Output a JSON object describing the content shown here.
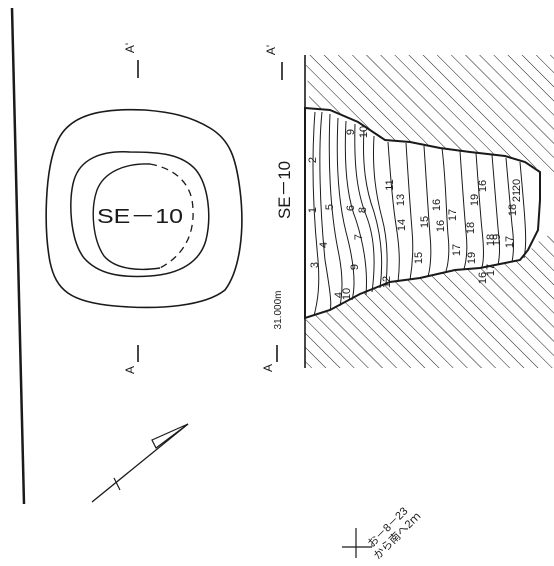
{
  "plan": {
    "feature_label": "SE－10",
    "point_a_top": "A'",
    "point_a_bottom": "A"
  },
  "section": {
    "feature_label": "SE－10",
    "point_a_top": "A'",
    "point_a_bottom": "A",
    "elevation": "31.000m",
    "layers": [
      "1",
      "2",
      "3",
      "4",
      "4",
      "5",
      "6",
      "7",
      "8",
      "9",
      "9",
      "10",
      "10",
      "11",
      "12",
      "13",
      "14",
      "15",
      "15",
      "16",
      "16",
      "16",
      "16",
      "17",
      "17",
      "17",
      "17",
      "18",
      "18",
      "18",
      "19",
      "19",
      "19",
      "20",
      "21"
    ]
  },
  "grid_reference": {
    "line1": "お－8－23",
    "line2": "から南へ2ｍ"
  },
  "colors": {
    "ink": "#1a1a1a",
    "paper": "#ffffff"
  }
}
